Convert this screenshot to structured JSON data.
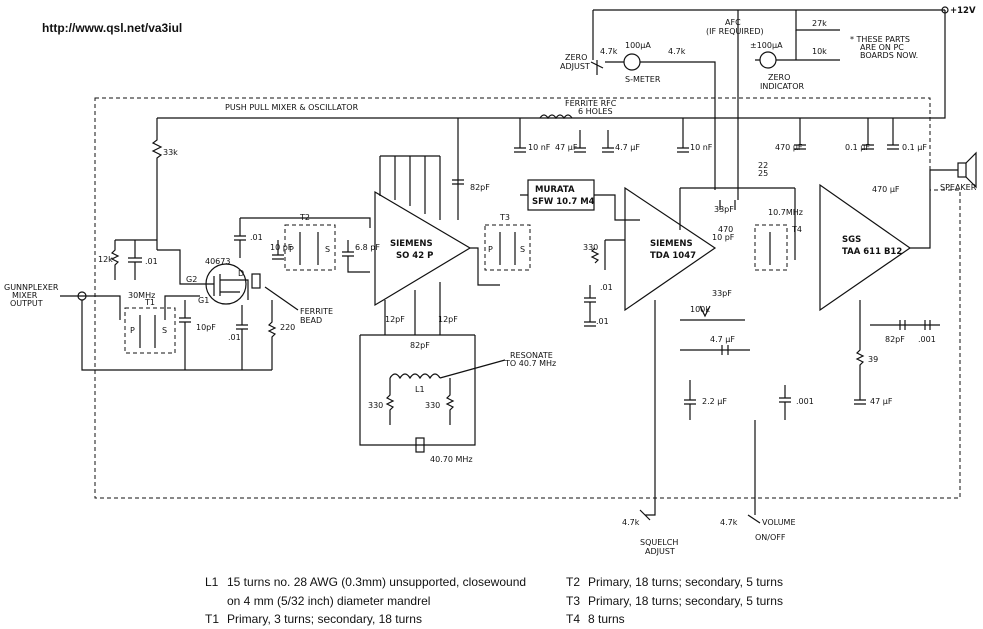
{
  "source_url": "http://www.qsl.net/va3iul",
  "supply": "+12V",
  "block_labels": {
    "mixer_osc": "PUSH PULL MIXER & OSCILLATOR",
    "ferrite_rfc": "FERRITE RFC",
    "ferrite_rfc_holes": "6 HOLES",
    "afc": "AFC",
    "afc_note": "(IF REQUIRED)",
    "zero_adjust_1": "ZERO",
    "zero_adjust_2": "ADJUST",
    "s_meter": "S-METER",
    "zero_ind_1": "ZERO",
    "zero_ind_2": "INDICATOR",
    "pc_note_1": "* THESE PARTS",
    "pc_note_2": "ARE ON PC",
    "pc_note_3": "BOARDS NOW.",
    "speaker": "SPEAKER",
    "gunnplexer_1": "GUNNPLEXER",
    "gunnplexer_2": "MIXER",
    "gunnplexer_3": "OUTPUT",
    "ferrite_bead_1": "FERRITE",
    "ferrite_bead_2": "BEAD",
    "resonate_1": "RESONATE",
    "resonate_2": "TO 40.7 MHz",
    "squelch_1": "SQUELCH",
    "squelch_2": "ADJUST",
    "volume_1": "VOLUME",
    "volume_2": "ON/OFF"
  },
  "ics": {
    "u1_name": "SIEMENS",
    "u1_part": "SO 42 P",
    "u2_name": "SIEMENS",
    "u2_part": "TDA 1047",
    "u3_name": "SGS",
    "u3_part": "TAA 611 B12",
    "filter_1": "MURATA",
    "filter_2": "SFW 10.7 M4",
    "fet": "40673"
  },
  "components": {
    "r_33k": "33k",
    "r_12k": "12k",
    "c_01a": ".01",
    "c_01b": ".01",
    "c_01c": ".01",
    "c_01d": ".01",
    "c_10pf_t2": "10 pF",
    "c_68pf": "6.8 pF",
    "c_82pf_top": "82pF",
    "c_10pf_t1": "10pF",
    "c_01_g1": ".01",
    "r_220": "220",
    "freq_30": "30MHz",
    "c_12pf_a": "12pF",
    "c_12pf_b": "12pF",
    "c_82pf_osc": "82pF",
    "l1": "L1",
    "r_330a": "330",
    "r_330b": "330",
    "xtal": "40.70 MHz",
    "c_10nf_a": "10 nF",
    "c_47uf": "47 µF",
    "c_47uf_b": "4.7 µF",
    "c_10nf_b": "10 nF",
    "c_470uf_a": "470 µF",
    "c_01uf": "0.1 µF",
    "c_01uf_b": "0.1 µF",
    "c_470uf_b": "470 µF",
    "r_330_if": "330",
    "c_22": "22",
    "c_22b": "25",
    "c_33pf_a": "33pF",
    "c_470_10pf_1": "470",
    "c_470_10pf_2": "10 pF",
    "c_33pf_b": "33pF",
    "t4_freq": "10.7MHz",
    "t4": "T4",
    "r_100k": "100k",
    "c_47uf_vol": "4.7 µF",
    "c_22uf": "2.2 µF",
    "c_001": ".001",
    "r_39": "39",
    "c_47uf_amp": "47 µF",
    "c_82pf_amp": "82pF",
    "c_001b": ".001",
    "pot_47k_a": "4.7k",
    "pot_47k_b": "4.7k",
    "pot_47k_c": "4.7k",
    "pot_47k_d": "4.7k",
    "r_27k": "27k",
    "r_10k": "10k",
    "m_100ua": "100µA",
    "m_100ua_b": "±100µA",
    "t1": "T1",
    "t2": "T2",
    "t3": "T3",
    "g1": "G1",
    "g2": "G2",
    "d": "D",
    "s": "S",
    "p": "P"
  },
  "notes": {
    "l1": {
      "key": "L1",
      "line1": "15 turns no. 28 AWG (0.3mm) unsupported, closewound",
      "line2": "on 4 mm (5/32 inch) diameter mandrel"
    },
    "t1": {
      "key": "T1",
      "text": "Primary, 3 turns; secondary, 18 turns"
    },
    "t2": {
      "key": "T2",
      "text": "Primary, 18 turns; secondary, 5 turns"
    },
    "t3": {
      "key": "T3",
      "text": "Primary, 18 turns; secondary, 5 turns"
    },
    "t4": {
      "key": "T4",
      "text": "8 turns"
    }
  }
}
